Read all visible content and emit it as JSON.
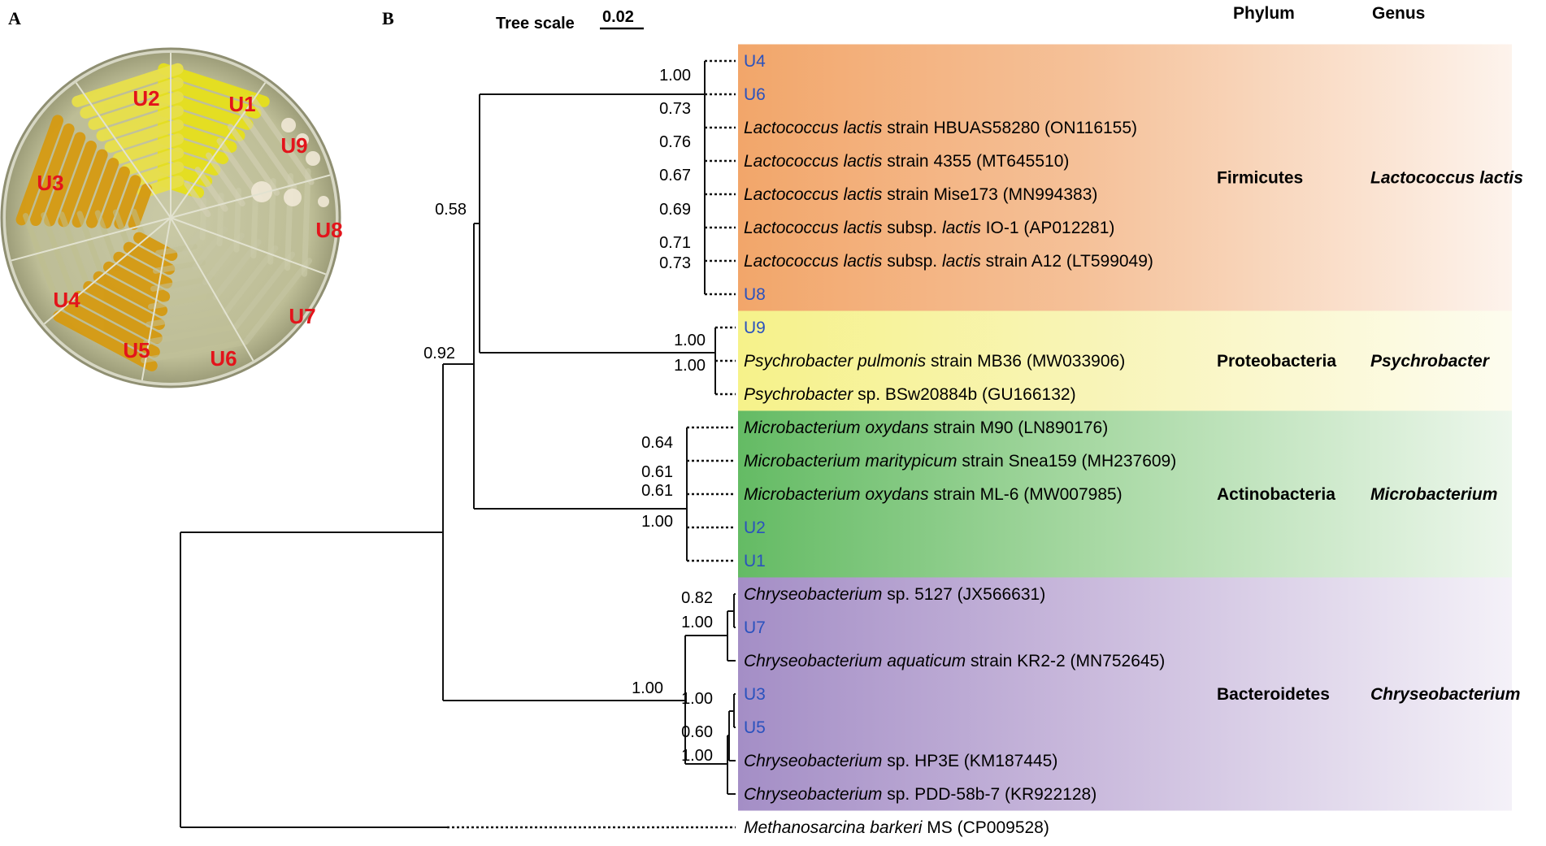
{
  "panel_a": {
    "label": "A",
    "sectors": [
      {
        "label": "U1",
        "color": "#e6e01c"
      },
      {
        "label": "U2",
        "color": "#e8e04a"
      },
      {
        "label": "U3",
        "color": "#d59a12"
      },
      {
        "label": "U4",
        "color": "#bfbf8e"
      },
      {
        "label": "U5",
        "color": "#d59a12"
      },
      {
        "label": "U6",
        "color": "#c2c29a"
      },
      {
        "label": "U7",
        "color": "#c7c7a6"
      },
      {
        "label": "U8",
        "color": "#cdcdac"
      },
      {
        "label": "U9",
        "color": "#d6d2b8"
      }
    ],
    "plate_color": "#c8c8a4",
    "label_color": "#e3141b"
  },
  "panel_b": {
    "label": "B",
    "tree_scale_label": "Tree scale",
    "tree_scale_value": "0.02",
    "col_phylum": "Phylum",
    "col_genus": "Genus",
    "isolate_color": "#2a52be",
    "leaves": [
      {
        "id": "U4",
        "text": "U4",
        "isolate": true
      },
      {
        "id": "U6",
        "text": "U6",
        "isolate": true
      },
      {
        "id": "LL1",
        "italic": "Lactococcus lactis",
        "rest": " strain HBUAS58280 (ON116155)"
      },
      {
        "id": "LL2",
        "italic": "Lactococcus lactis",
        "rest": " strain 4355 (MT645510)"
      },
      {
        "id": "LL3",
        "italic": "Lactococcus lactis",
        "rest": " strain Mise173 (MN994383)"
      },
      {
        "id": "LL4",
        "italic": "Lactococcus lactis",
        "rest": " subsp. ",
        "italic2": "lactis",
        "rest2": " IO-1 (AP012281)"
      },
      {
        "id": "LL5",
        "italic": "Lactococcus lactis",
        "rest": " subsp. ",
        "italic2": "lactis",
        "rest2": " strain A12 (LT599049)"
      },
      {
        "id": "U8",
        "text": "U8",
        "isolate": true
      },
      {
        "id": "U9",
        "text": "U9",
        "isolate": true
      },
      {
        "id": "PP",
        "italic": "Psychrobacter pulmonis",
        "rest": " strain MB36 (MW033906)"
      },
      {
        "id": "PS",
        "italic": "Psychrobacter",
        "rest": " sp. BSw20884b (GU166132)"
      },
      {
        "id": "MO1",
        "italic": "Microbacterium oxydans",
        "rest": " strain M90 (LN890176)"
      },
      {
        "id": "MM",
        "italic": "Microbacterium maritypicum",
        "rest": " strain Snea159 (MH237609)"
      },
      {
        "id": "MO2",
        "italic": "Microbacterium oxydans",
        "rest": " strain ML-6 (MW007985)"
      },
      {
        "id": "U2",
        "text": "U2",
        "isolate": true
      },
      {
        "id": "U1",
        "text": "U1",
        "isolate": true
      },
      {
        "id": "CS1",
        "italic": "Chryseobacterium",
        "rest": " sp. 5127 (JX566631)"
      },
      {
        "id": "U7",
        "text": "U7",
        "isolate": true
      },
      {
        "id": "CA",
        "italic": "Chryseobacterium aquaticum",
        "rest": " strain KR2-2 (MN752645)"
      },
      {
        "id": "U3",
        "text": "U3",
        "isolate": true
      },
      {
        "id": "U5",
        "text": "U5",
        "isolate": true
      },
      {
        "id": "CS2",
        "italic": "Chryseobacterium",
        "rest": " sp. HP3E (KM187445)"
      },
      {
        "id": "CS3",
        "italic": "Chryseobacterium",
        "rest": " sp. PDD-58b-7 (KR922128)"
      },
      {
        "id": "MB",
        "italic": "Methanosarcina barkeri",
        "rest": " MS (CP009528)"
      }
    ],
    "clades": [
      {
        "phylum": "Firmicutes",
        "genus": "Lactococcus lactis",
        "color": "#f2a66a"
      },
      {
        "phylum": "Proteobacteria",
        "genus": "Psychrobacter",
        "color": "#f6f28a"
      },
      {
        "phylum": "Actinobacteria",
        "genus": "Microbacterium",
        "color": "#6cc06c"
      },
      {
        "phylum": "Bacteroidetes",
        "genus": "Chryseobacterium",
        "color": "#a892c8"
      }
    ],
    "support_values": [
      "1.00",
      "0.73",
      "0.76",
      "0.67",
      "0.69",
      "0.71",
      "0.73",
      "0.58",
      "1.00",
      "1.00",
      "0.92",
      "0.64",
      "0.61",
      "0.61",
      "1.00",
      "0.82",
      "1.00",
      "1.00",
      "1.00",
      "0.60",
      "1.00"
    ]
  }
}
